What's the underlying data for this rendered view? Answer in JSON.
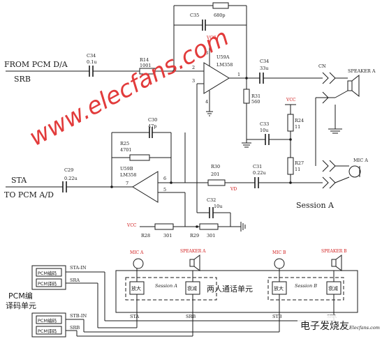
{
  "session_a": {
    "input_label": "FROM PCM D/A",
    "input_net": "SRB",
    "output_net": "STA",
    "output_label": "TO PCM A/D",
    "session_label": "Session A",
    "cn_label": "CN",
    "speaker_label": "SPEAKER A",
    "mic_label": "MIC A",
    "vcc": "VCC",
    "parts": {
      "c34_in": {
        "ref": "C34",
        "value": "0.1u"
      },
      "r14": {
        "ref": "R14",
        "value": "1001"
      },
      "c35": {
        "ref": "C35",
        "value": "680p"
      },
      "u59a": {
        "ref": "U59A",
        "part": "LM358"
      },
      "c34_out": {
        "ref": "C34",
        "value": "33u"
      },
      "r31": {
        "ref": "R31",
        "value": "560"
      },
      "r24": {
        "ref": "R24",
        "value": "11"
      },
      "c33": {
        "ref": "C33",
        "value": "10u"
      },
      "r27": {
        "ref": "R27",
        "value": "11"
      },
      "c30": {
        "ref": "C30",
        "value": "47p"
      },
      "r25": {
        "ref": "R25",
        "value": "4701"
      },
      "u59b": {
        "ref": "U59B",
        "part": "LM358"
      },
      "c29": {
        "ref": "C29",
        "value": "0.22u"
      },
      "r30": {
        "ref": "R30",
        "value": "201"
      },
      "c31": {
        "ref": "C31",
        "value": "0.22u"
      },
      "c32": {
        "ref": "C32",
        "value": "10u"
      },
      "r28": {
        "ref": "R28",
        "value": "301"
      },
      "r29": {
        "ref": "R29",
        "value": "301"
      },
      "net_vd": {
        "ref": "VD"
      },
      "pin2": "2",
      "pin3": "3",
      "pin1": "1",
      "pin8": "8",
      "pin4": "4",
      "pin5": "5",
      "pin6": "6",
      "pin7": "7"
    }
  },
  "block_diagram": {
    "pcm_block_label": "PCM编\n译码单元",
    "pcm_block_line1": "PCM编",
    "pcm_block_line2": "译码单元",
    "codec_a_1": "PCM编码",
    "codec_a_2": "PCM译码",
    "codec_b_1": "PCM编码",
    "codec_b_2": "PCM译码",
    "center_label": "两人通话单元",
    "session_a": "Session A",
    "session_b": "Session B",
    "amp_a": "放大",
    "atten_a": "衰减",
    "amp_b": "放大",
    "atten_b": "衰减",
    "mic_a": "MIC A",
    "speaker_a": "SPEAKER A",
    "mic_b": "MIC B",
    "speaker_b": "SPEAKER B",
    "sta_in": "STA-IN",
    "sra": "SRA",
    "stb_in": "STB-IN",
    "srb": "SRB",
    "sta": "STA",
    "srb_bottom": "SRB",
    "stb": "STB",
    "sra_bottom": "SRA"
  },
  "watermark": {
    "text": "www.elecfans.com",
    "corner": "电子发烧友",
    "corner_url": "Elecfans.com"
  }
}
